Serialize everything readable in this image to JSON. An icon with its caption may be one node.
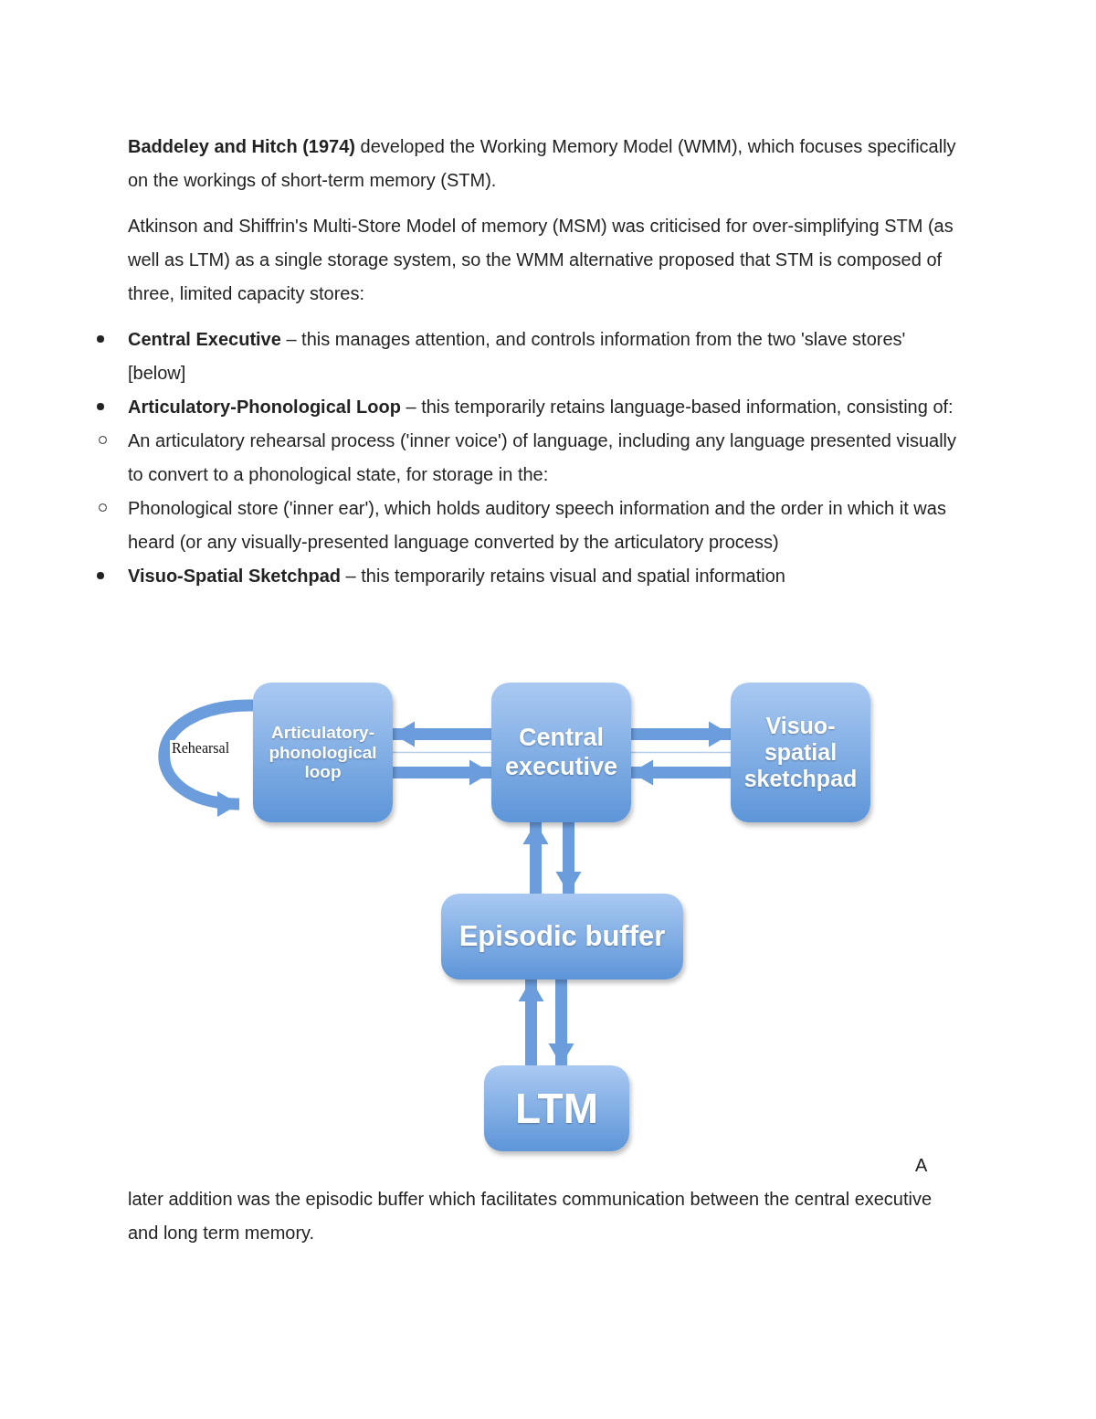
{
  "diagram": {
    "nodes": [
      {
        "text": [
          "Articulatory-phonological loop"
        ]
      },
      {
        "text": [
          "Central executive"
        ]
      },
      {
        "text": [
          "Visuo-spatial sketchpad"
        ]
      },
      {
        "text": [
          "Episodic buffer"
        ]
      },
      {
        "text": [
          "LTM"
        ]
      }
    ],
    "edges": [
      {
        "from": 0,
        "to": 0,
        "arrow": "to",
        "label": "Rehearsal"
      },
      {
        "from": 1,
        "to": 0,
        "arrow": "to"
      },
      {
        "from": 0,
        "to": 1,
        "arrow": "to"
      },
      {
        "from": 0,
        "to": 1,
        "arrow": "none",
        "color": "#b3cdea"
      },
      {
        "from": 1,
        "to": 2,
        "arrow": "to"
      },
      {
        "from": 2,
        "to": 1,
        "arrow": "to"
      },
      {
        "from": 1,
        "to": 2,
        "arrow": "none",
        "color": "#b3cdea"
      },
      {
        "from": 3,
        "to": 1,
        "arrow": "to"
      },
      {
        "from": 1,
        "to": 3,
        "arrow": "to"
      },
      {
        "from": 4,
        "to": 3,
        "arrow": "to"
      },
      {
        "from": 3,
        "to": 4,
        "arrow": "to"
      }
    ],
    "labels": [
      "**Baddeley and Hitch (1974)** developed the Working Memory Model (WMM), which focuses specifically on the workings of short-term memory (STM).",
      "Atkinson and Shiffrin's Multi-Store Model of memory (MSM) was criticised for over-simplifying STM (as well as LTM) as a single storage system, so the WMM alternative proposed that STM is composed of three, limited capacity stores:",
      "**Central Executive** – this manages attention, and controls information from the two 'slave stores' [below]",
      "**Articulatory-Phonological Loop** – this temporarily retains language-based information, consisting of:",
      "An articulatory rehearsal process ('inner voice') of language, including any language presented visually to convert to a phonological state, for storage in the:",
      "Phonological store ('inner ear'), which holds auditory speech information and the order in which it was heard (or any visually-presented language converted by the articulatory process)",
      "**Visuo-Spatial Sketchpad** – this temporarily retains visual and spatial information",
      "A",
      "later addition was the episodic buffer which facilitates communication between the central executive and long term memory."
    ]
  }
}
